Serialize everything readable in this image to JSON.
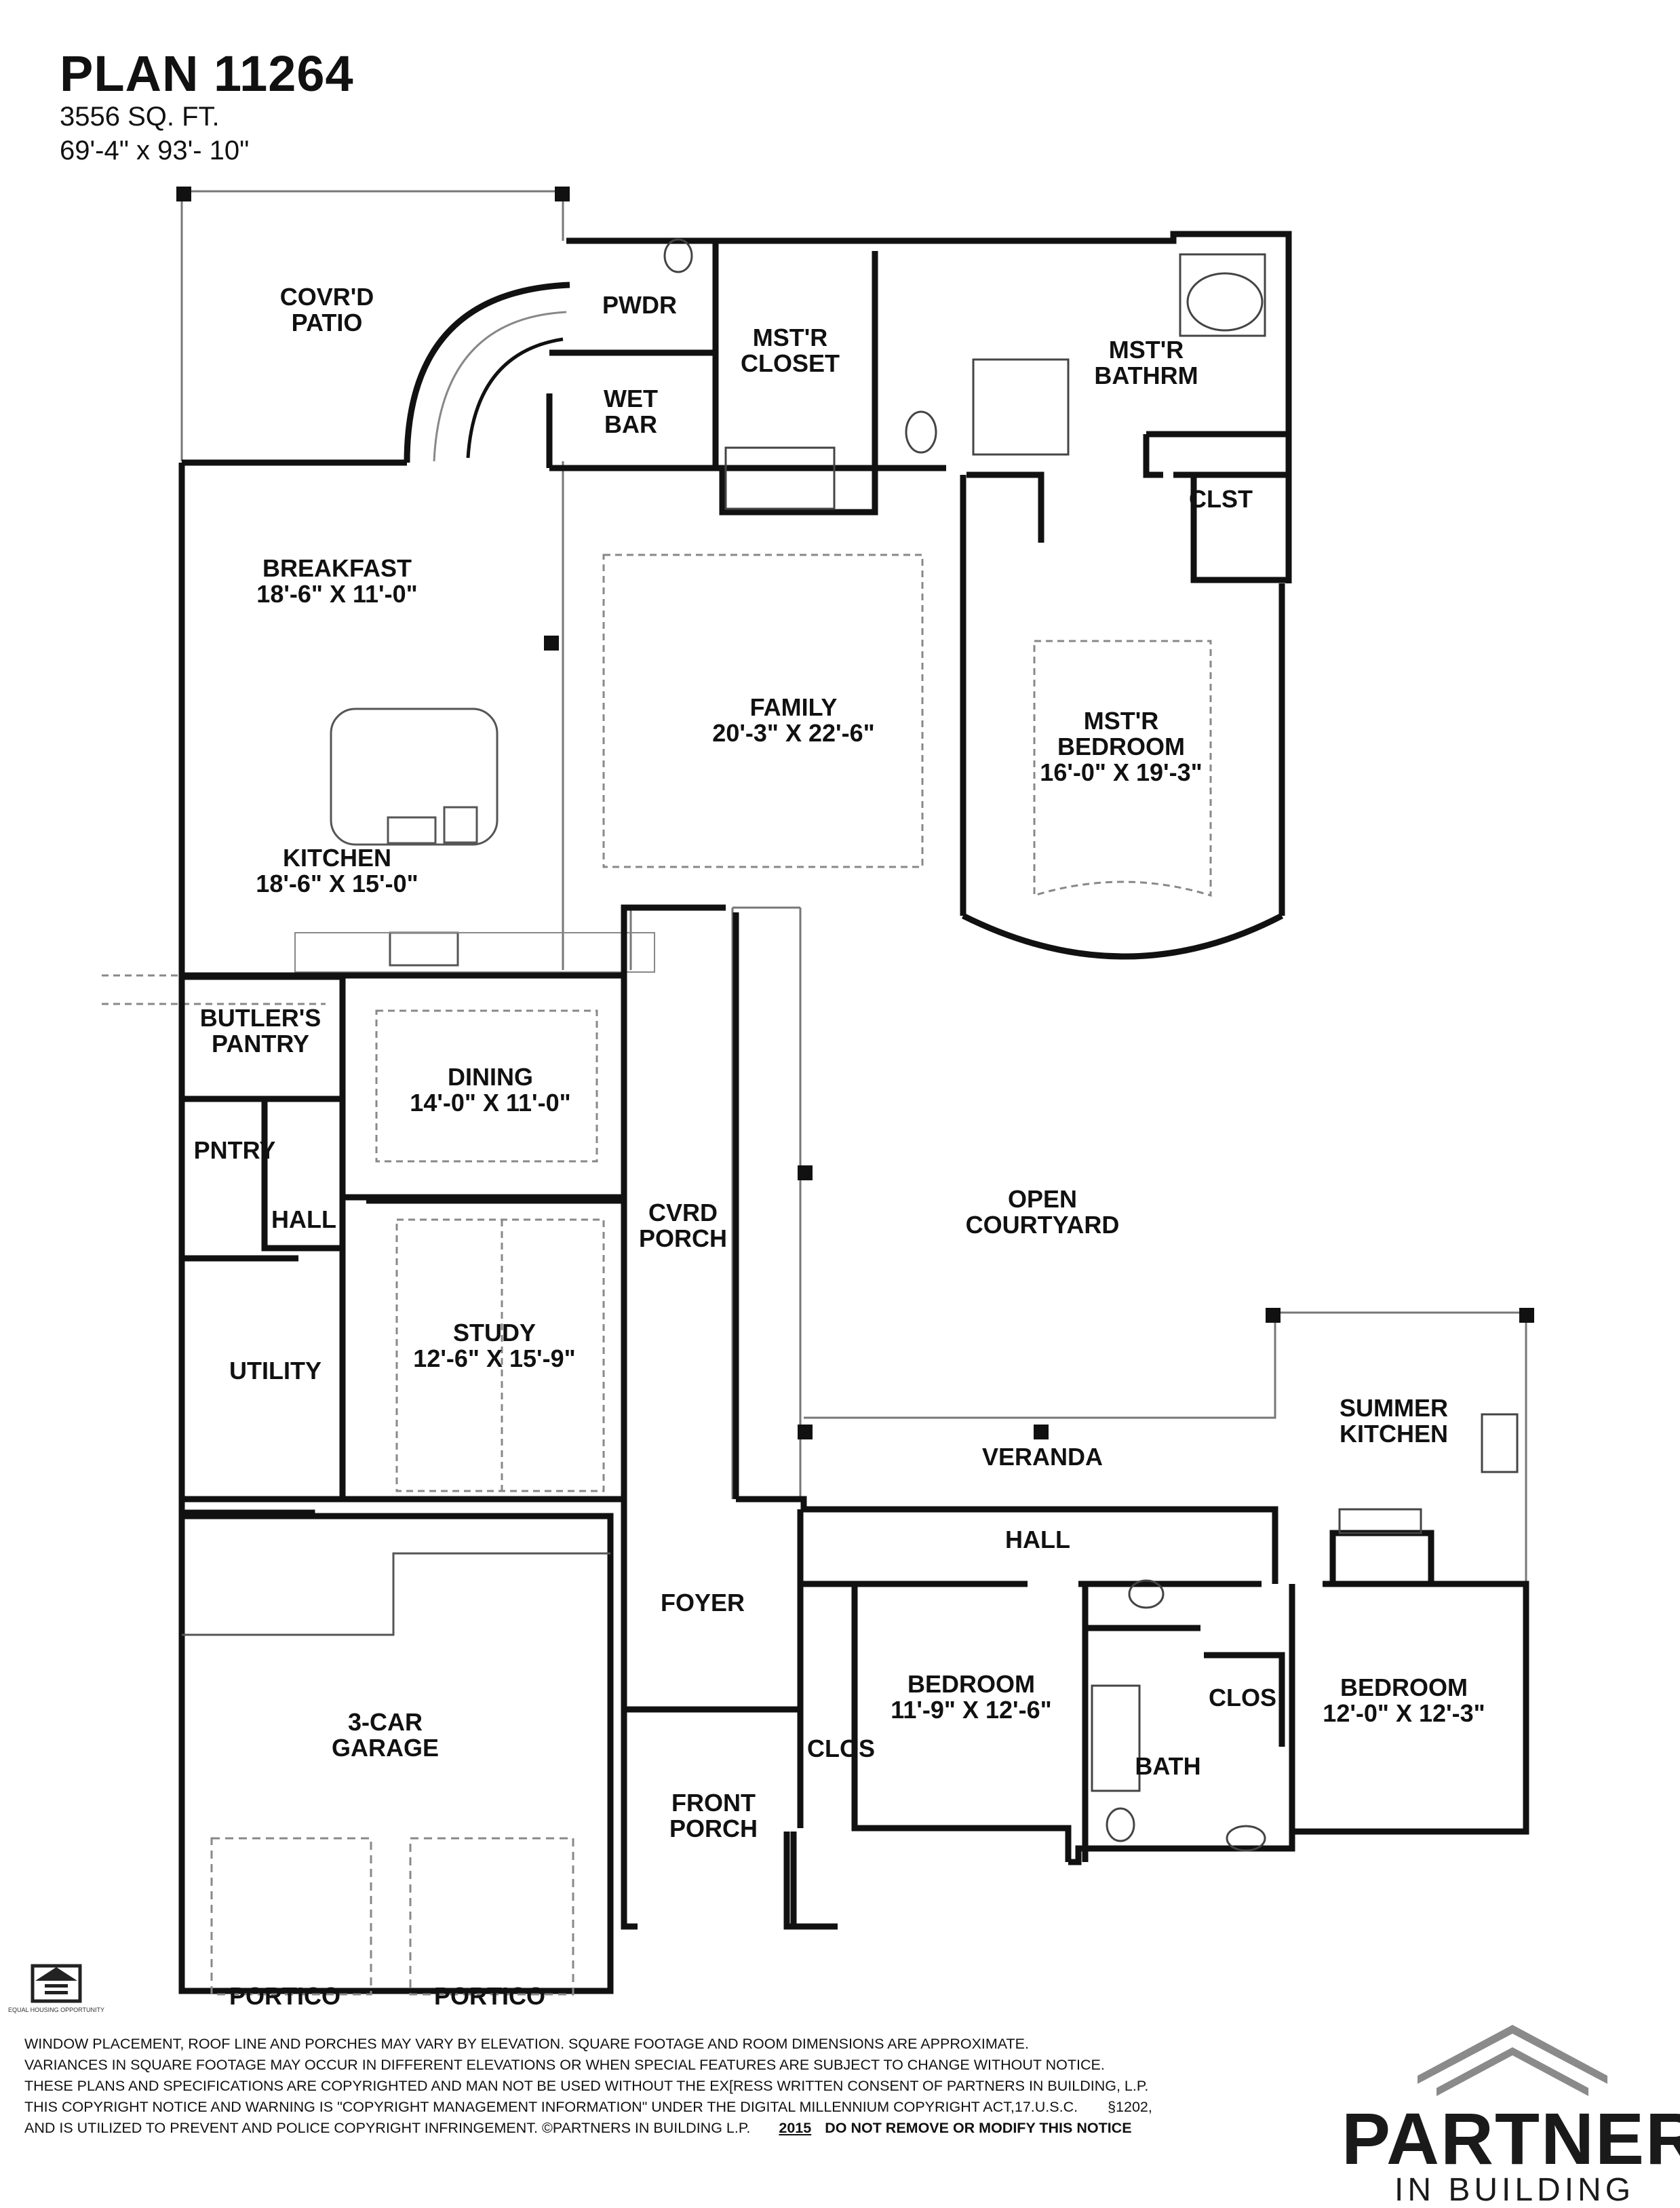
{
  "header": {
    "title": "PLAN 11264",
    "sqft": "3556 SQ. FT.",
    "dimensions": "69'-4\" x 93'- 10\""
  },
  "rooms": {
    "covrd_patio": [
      "COVR'D",
      "PATIO"
    ],
    "pwdr": [
      "PWDR"
    ],
    "wet_bar": [
      "WET",
      "BAR"
    ],
    "mstr_closet": [
      "MST'R",
      "CLOSET"
    ],
    "mstr_bathrm": [
      "MST'R",
      "BATHRM"
    ],
    "clst": [
      "CLST"
    ],
    "breakfast": [
      "BREAKFAST",
      "18'-6\" X 11'-0\""
    ],
    "family": [
      "FAMILY",
      "20'-3\" X 22'-6\""
    ],
    "mstr_bedroom": [
      "MST'R",
      "BEDROOM",
      "16'-0\" X 19'-3\""
    ],
    "kitchen": [
      "KITCHEN",
      "18'-6\" X 15'-0\""
    ],
    "butlers_pantry": [
      "BUTLER'S",
      "PANTRY"
    ],
    "dining": [
      "DINING",
      "14'-0\" X 11'-0\""
    ],
    "pntry": [
      "PNTRY"
    ],
    "hall_west": [
      "HALL"
    ],
    "cvrd_porch": [
      "CVRD",
      "PORCH"
    ],
    "open_courtyard": [
      "OPEN",
      "COURTYARD"
    ],
    "study": [
      "STUDY",
      "12'-6\" X 15'-9\""
    ],
    "utility": [
      "UTILITY"
    ],
    "summer_kitchen": [
      "SUMMER",
      "KITCHEN"
    ],
    "veranda": [
      "VERANDA"
    ],
    "hall_east": [
      "HALL"
    ],
    "foyer": [
      "FOYER"
    ],
    "bedroom_2": [
      "BEDROOM",
      "11'-9\" X 12'-6\""
    ],
    "bedroom_3": [
      "BEDROOM",
      "12'-0\" X 12'-3\""
    ],
    "clos_a": [
      "CLOS"
    ],
    "clos_b": [
      "CLOS"
    ],
    "bath": [
      "BATH"
    ],
    "garage": [
      "3-CAR",
      "GARAGE"
    ],
    "front_porch": [
      "FRONT",
      "PORCH"
    ],
    "portico_1": [
      "PORTICO"
    ],
    "portico_2": [
      "PORTICO"
    ]
  },
  "disclaimer": {
    "line1": "WINDOW PLACEMENT, ROOF LINE AND PORCHES MAY VARY BY ELEVATION.  SQUARE FOOTAGE AND ROOM DIMENSIONS ARE APPROXIMATE.",
    "line2": "VARIANCES IN SQUARE FOOTAGE MAY OCCUR IN DIFFERENT ELEVATIONS OR  WHEN SPECIAL FEATURES ARE SUBJECT TO CHANGE WITHOUT NOTICE.",
    "line3": "THESE PLANS AND SPECIFICATIONS ARE COPYRIGHTED AND MAN NOT BE USED WITHOUT THE EX[RESS WRITTEN CONSENT OF PARTNERS IN BUILDING, L.P.",
    "line4a": "THIS COPYRIGHT NOTICE AND WARNING IS \"COPYRIGHT MANAGEMENT INFORMATION\" UNDER THE DIGITAL MILLENNIUM COPYRIGHT ACT,17.U.S.C.",
    "line4b": "§1202,",
    "line5": "AND IS UTILIZED TO PREVENT AND POLICE COPYRIGHT INFRINGEMENT.  ©PARTNERS IN BUILDING L.P.",
    "year": "2015",
    "notice": "DO NOT REMOVE OR MODIFY THIS NOTICE"
  },
  "logo": {
    "name": "PARTNERS",
    "tagline": "IN BUILDING"
  },
  "equal_housing_logo_text": "EQUAL HOUSING OPPORTUNITY",
  "colors": {
    "wall": "#111111",
    "light_line": "#9a9a9a",
    "logo_gray": "#8a8a8a"
  }
}
